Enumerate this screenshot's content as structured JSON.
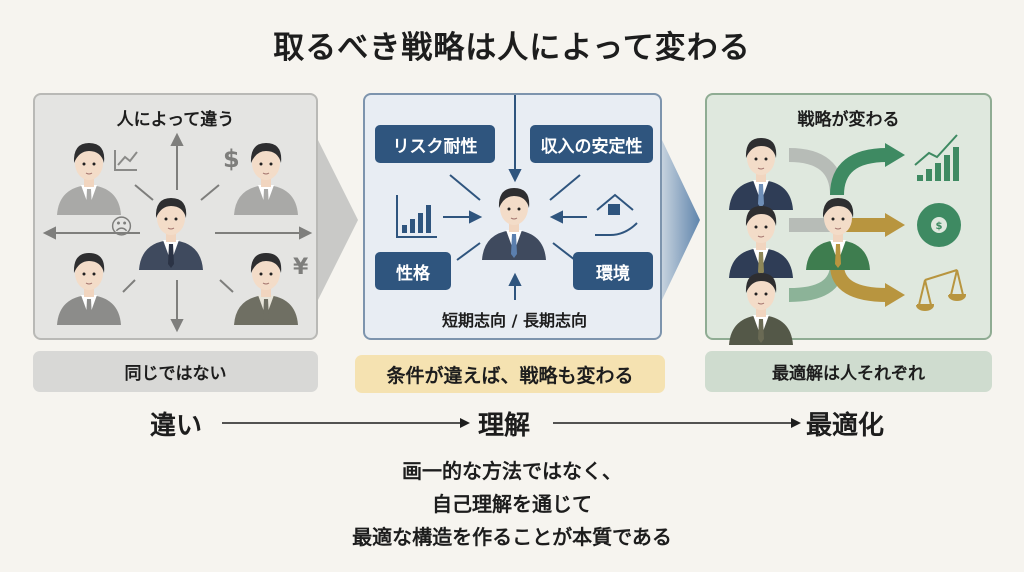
{
  "title": "取るべき戦略は人によって変わる",
  "panels": {
    "left": {
      "title": "人によって違う",
      "caption": "同じではない",
      "icons": {
        "chart": "line-chart-icon",
        "dollar": "$",
        "sad": "sad-face-icon",
        "yen": "¥"
      }
    },
    "center": {
      "tags": [
        "リスク耐性",
        "収入の安定性",
        "性格",
        "環境"
      ],
      "footer": "短期志向 / 長期志向",
      "caption": "条件が違えば、戦略も変わる"
    },
    "right": {
      "title": "戦略が変わる",
      "caption": "最適解は人それぞれ"
    }
  },
  "flow": [
    "違い",
    "理解",
    "最適化"
  ],
  "conclusion": [
    "画一的な方法ではなく、",
    "自己理解を通じて",
    "最適な構造を作ることが本質である"
  ],
  "colors": {
    "navy": "#2f557e",
    "green": "#3e8a62",
    "gold": "#b8953f",
    "gray": "#8a8a88"
  }
}
